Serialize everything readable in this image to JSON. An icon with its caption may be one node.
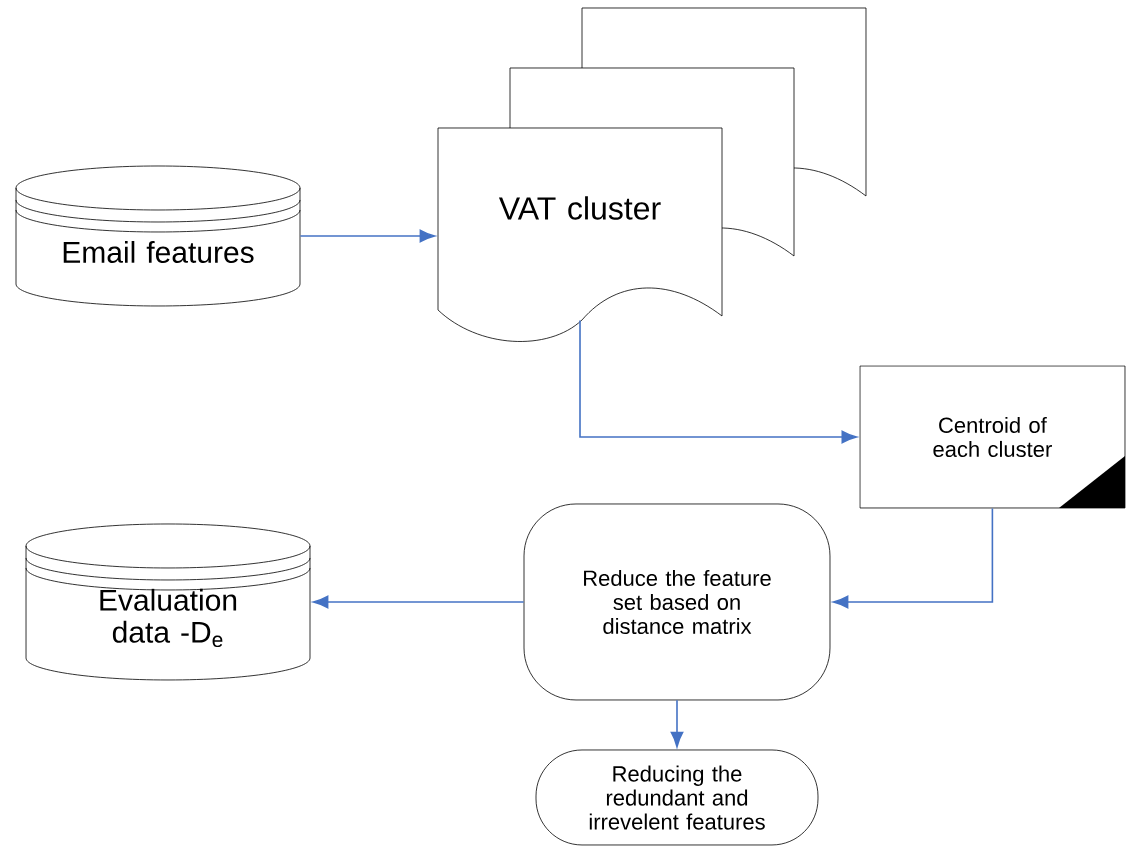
{
  "diagram": {
    "nodes": [
      {
        "text": [
          "Email features"
        ]
      },
      {
        "text": [
          "VAT cluster"
        ]
      },
      {
        "text": [
          "Centroid of each cluster"
        ]
      },
      {
        "text": [
          "Reduce the feature set based on distance matrix"
        ]
      },
      {
        "text": [
          "Evaluation data -D$_{e}$"
        ]
      },
      {
        "text": [
          "Reducing the redundant and irrevelent features"
        ]
      }
    ],
    "edges": [
      {
        "from": 0,
        "to": 1,
        "arrow": "to"
      },
      {
        "from": 1,
        "to": 2,
        "arrow": "to"
      },
      {
        "from": 2,
        "to": 3,
        "arrow": "to"
      },
      {
        "from": 3,
        "to": 4,
        "arrow": "to"
      },
      {
        "from": 3,
        "to": 5,
        "arrow": "to"
      }
    ]
  }
}
